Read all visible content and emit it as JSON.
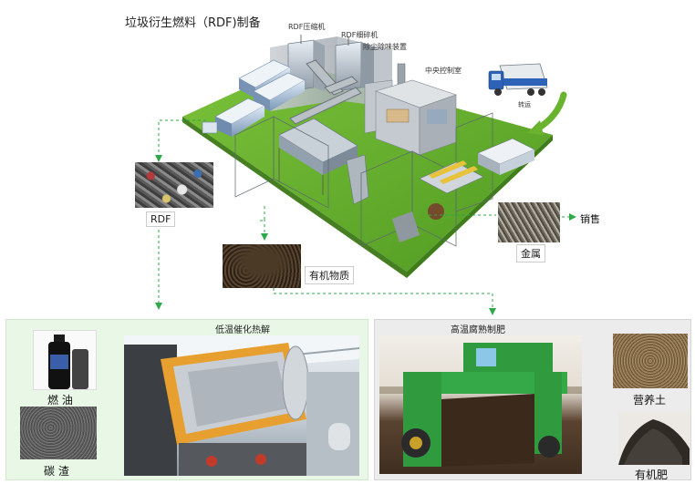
{
  "title": "垃圾衍生燃料（RDF)制备",
  "plant_labels": {
    "rdf_compressor": "RDF压缩机",
    "rdf_shredder": "RDF细碎机",
    "dust_odor_removal": "除尘除味装置",
    "central_control": "中央控制室",
    "transport": "转运"
  },
  "outputs": {
    "rdf": "RDF",
    "organic": "有机物质",
    "metal": "金属",
    "sales": "销售"
  },
  "pyrolysis": {
    "title": "低温催化热解",
    "fuel_oil": "燃 油",
    "carbon_residue": "碳 渣"
  },
  "composting": {
    "title": "高温腐熟制肥",
    "nutrient_soil": "营养土",
    "organic_fertilizer": "有机肥"
  },
  "colors": {
    "platform_green": "#6ab32e",
    "arrow_green": "#2fa84a",
    "left_panel": "#e9f7e7",
    "right_panel": "#ececec"
  }
}
